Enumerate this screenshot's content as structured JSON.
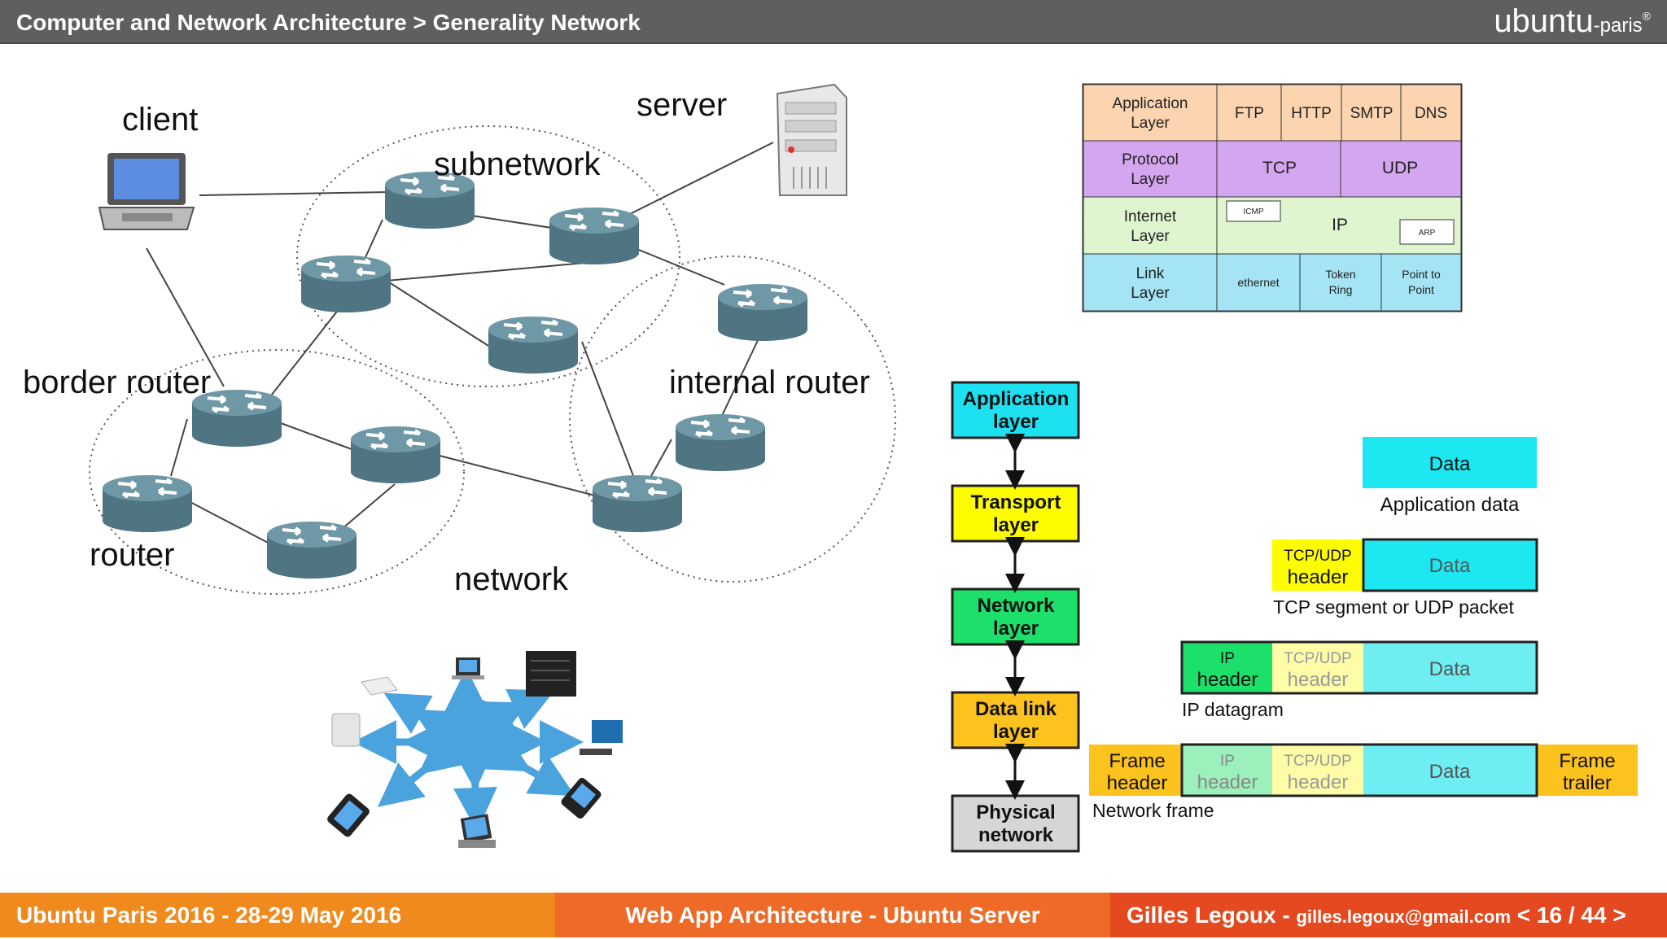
{
  "header": {
    "breadcrumb": "Computer and Network Architecture > Generality Network",
    "logo": "ubuntu",
    "logo_suffix": "-paris",
    "logo_mark": "®"
  },
  "footer": {
    "left": "Ubuntu Paris 2016 - 28-29 May 2016",
    "center": "Web App Architecture - Ubuntu Server",
    "author": "Gilles Legoux - ",
    "email": "gilles.legoux@gmail.com",
    "page": " < 16 / 44 >"
  },
  "network_labels": {
    "client": "client",
    "server": "server",
    "subnetwork": "subnetwork",
    "border_router": "border router",
    "internal_router": "internal router",
    "router": "router",
    "network": "network"
  },
  "protocol_table": {
    "app_layer": [
      "Application",
      "Layer"
    ],
    "app_protocols": [
      "FTP",
      "HTTP",
      "SMTP",
      "DNS"
    ],
    "proto_layer": [
      "Protocol",
      "Layer"
    ],
    "proto_protocols": [
      "TCP",
      "UDP"
    ],
    "inet_layer": [
      "Internet",
      "Layer"
    ],
    "inet_ip": "IP",
    "inet_icmp": "ICMP",
    "inet_arp": "ARP",
    "link_layer": [
      "Link",
      "Layer"
    ],
    "link_ethernet": "ethernet",
    "link_token": [
      "Token",
      "Ring"
    ],
    "link_ptp": [
      "Point to",
      "Point"
    ],
    "colors": {
      "app": "#fcd5b0",
      "proto": "#d5a6f0",
      "inet": "#dff5cf",
      "link": "#a4e4f4"
    }
  },
  "layer_stack": [
    {
      "lines": [
        "Application",
        "layer"
      ],
      "color": "#1de0f0"
    },
    {
      "lines": [
        "Transport",
        "layer"
      ],
      "color": "#fdfd00"
    },
    {
      "lines": [
        "Network",
        "layer"
      ],
      "color": "#1ce06a"
    },
    {
      "lines": [
        "Data link",
        "layer"
      ],
      "color": "#fcc21e"
    },
    {
      "lines": [
        "Physical",
        "network"
      ],
      "color": "#d6d6d6"
    }
  ],
  "encap": {
    "data": "Data",
    "tcp_header": [
      "TCP/UDP",
      "header"
    ],
    "ip_header": [
      "IP",
      "header"
    ],
    "frame_header": [
      "Frame",
      "header"
    ],
    "frame_trailer": [
      "Frame",
      "trailer"
    ],
    "cap_app": "Application data",
    "cap_seg": "TCP segment or UDP packet",
    "cap_ip": "IP datagram",
    "cap_frame": "Network frame",
    "colors": {
      "data": "#1de8f2",
      "tcp": "#fdfd00",
      "ip": "#1ce06a",
      "frame": "#fcc21e"
    }
  }
}
